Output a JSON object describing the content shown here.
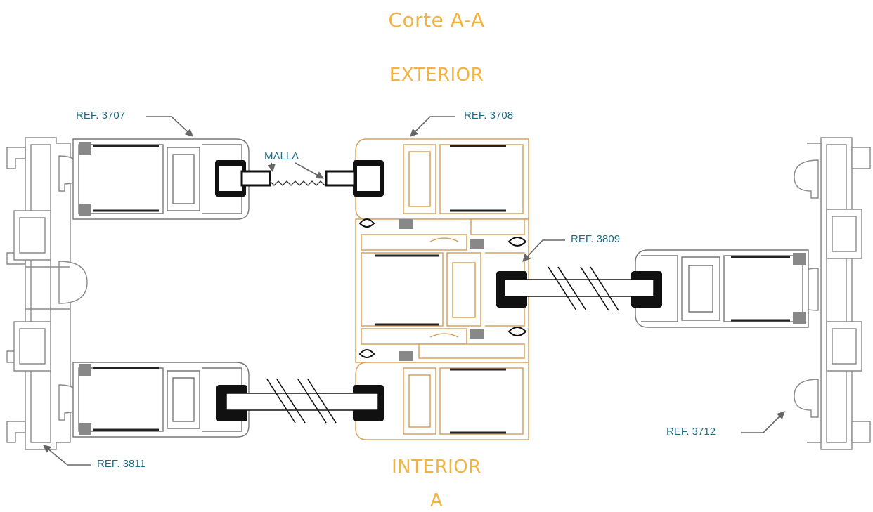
{
  "diagram": {
    "title": "Corte A-A",
    "side_top": "EXTERIOR",
    "side_bottom": "INTERIOR",
    "section_mark": "A",
    "labels": {
      "ref_3707": "REF. 3707",
      "ref_3708": "REF. 3708",
      "malla": "MALLA",
      "ref_3809": "REF. 3809",
      "ref_3712": "REF. 3712",
      "ref_3811": "REF. 3811"
    }
  },
  "colors": {
    "heading": "#F2B341",
    "label": "#1F6C82",
    "orange_profile": "#D9A35E",
    "frame_stroke": "#8A8A8A",
    "gasket": "#111111",
    "leader": "#666666"
  }
}
